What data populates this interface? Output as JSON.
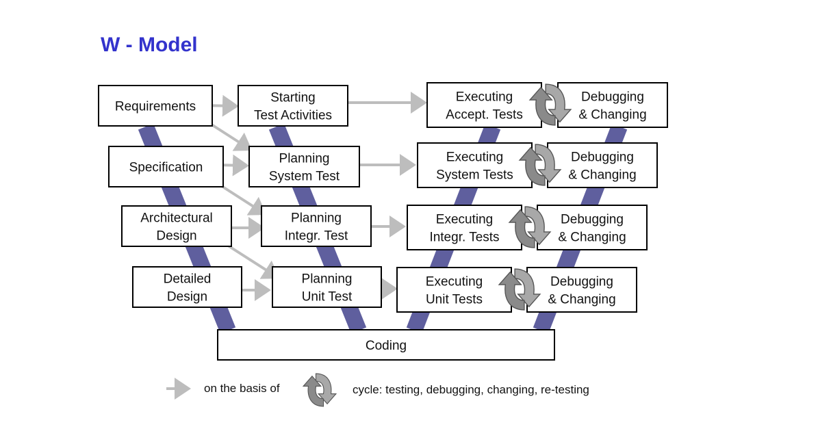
{
  "title": "W - Model",
  "colors": {
    "title": "#3333cc",
    "band": "#5f5f9e",
    "arrow": "#bdbdbd",
    "cycle_icon": "#8a8a8a"
  },
  "boxes": {
    "requirements": [
      "Requirements"
    ],
    "specification": [
      "Specification"
    ],
    "architectural_design": [
      "Architectural",
      "Design"
    ],
    "detailed_design": [
      "Detailed",
      "Design"
    ],
    "starting_test_activities": [
      "Starting",
      "Test Activities"
    ],
    "planning_system_test": [
      "Planning",
      "System Test"
    ],
    "planning_integr_test": [
      "Planning",
      "Integr. Test"
    ],
    "planning_unit_test": [
      "Planning",
      "Unit Test"
    ],
    "executing_accept_tests": [
      "Executing",
      "Accept. Tests"
    ],
    "executing_system_tests": [
      "Executing",
      "System Tests"
    ],
    "executing_integr_tests": [
      "Executing",
      "Integr. Tests"
    ],
    "executing_unit_tests": [
      "Executing",
      "Unit Tests"
    ],
    "debugging_1": [
      "Debugging",
      "& Changing"
    ],
    "debugging_2": [
      "Debugging",
      "& Changing"
    ],
    "debugging_3": [
      "Debugging",
      "& Changing"
    ],
    "debugging_4": [
      "Debugging",
      "& Changing"
    ],
    "coding": [
      "Coding"
    ]
  },
  "legend": {
    "arrow_label": "on the basis of",
    "cycle_label": "cycle: testing, debugging, changing, re-testing",
    "arrow_icon": "right-arrow-icon",
    "cycle_icon": "cycle-icon"
  }
}
